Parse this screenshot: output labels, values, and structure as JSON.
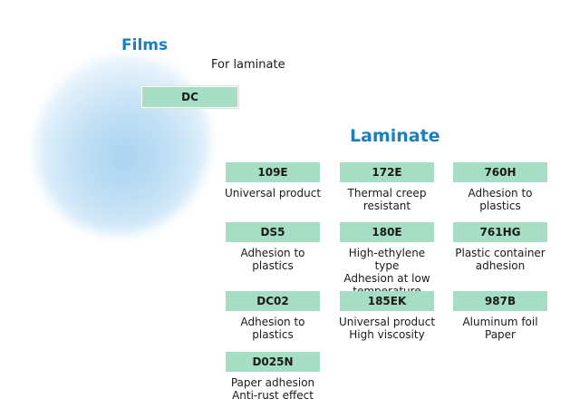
{
  "films": {
    "title": "Films",
    "subtitle": "For laminate",
    "code": "DC"
  },
  "laminate": {
    "title": "Laminate",
    "products": [
      {
        "code": "109E",
        "description": "Universal product"
      },
      {
        "code": "172E",
        "description": "Thermal creep\nresistant"
      },
      {
        "code": "760H",
        "description": "Adhesion to plastics"
      },
      {
        "code": "DS5",
        "description": "Adhesion to plastics"
      },
      {
        "code": "180E",
        "description": "High-ethylene type\nAdhesion at low\ntemperature"
      },
      {
        "code": "761HG",
        "description": "Plastic container\nadhesion"
      },
      {
        "code": "DC02",
        "description": "Adhesion to plastics"
      },
      {
        "code": "185EK",
        "description": "Universal product\nHigh viscosity"
      },
      {
        "code": "987B",
        "description": "Aluminum foil\nPaper"
      },
      {
        "code": "D025N",
        "description": "Paper adhesion\nAnti-rust effect"
      }
    ]
  },
  "colors": {
    "heading": "#1a7fc1",
    "code_box": "#a6dec5",
    "blob": "#a9d3f0"
  }
}
